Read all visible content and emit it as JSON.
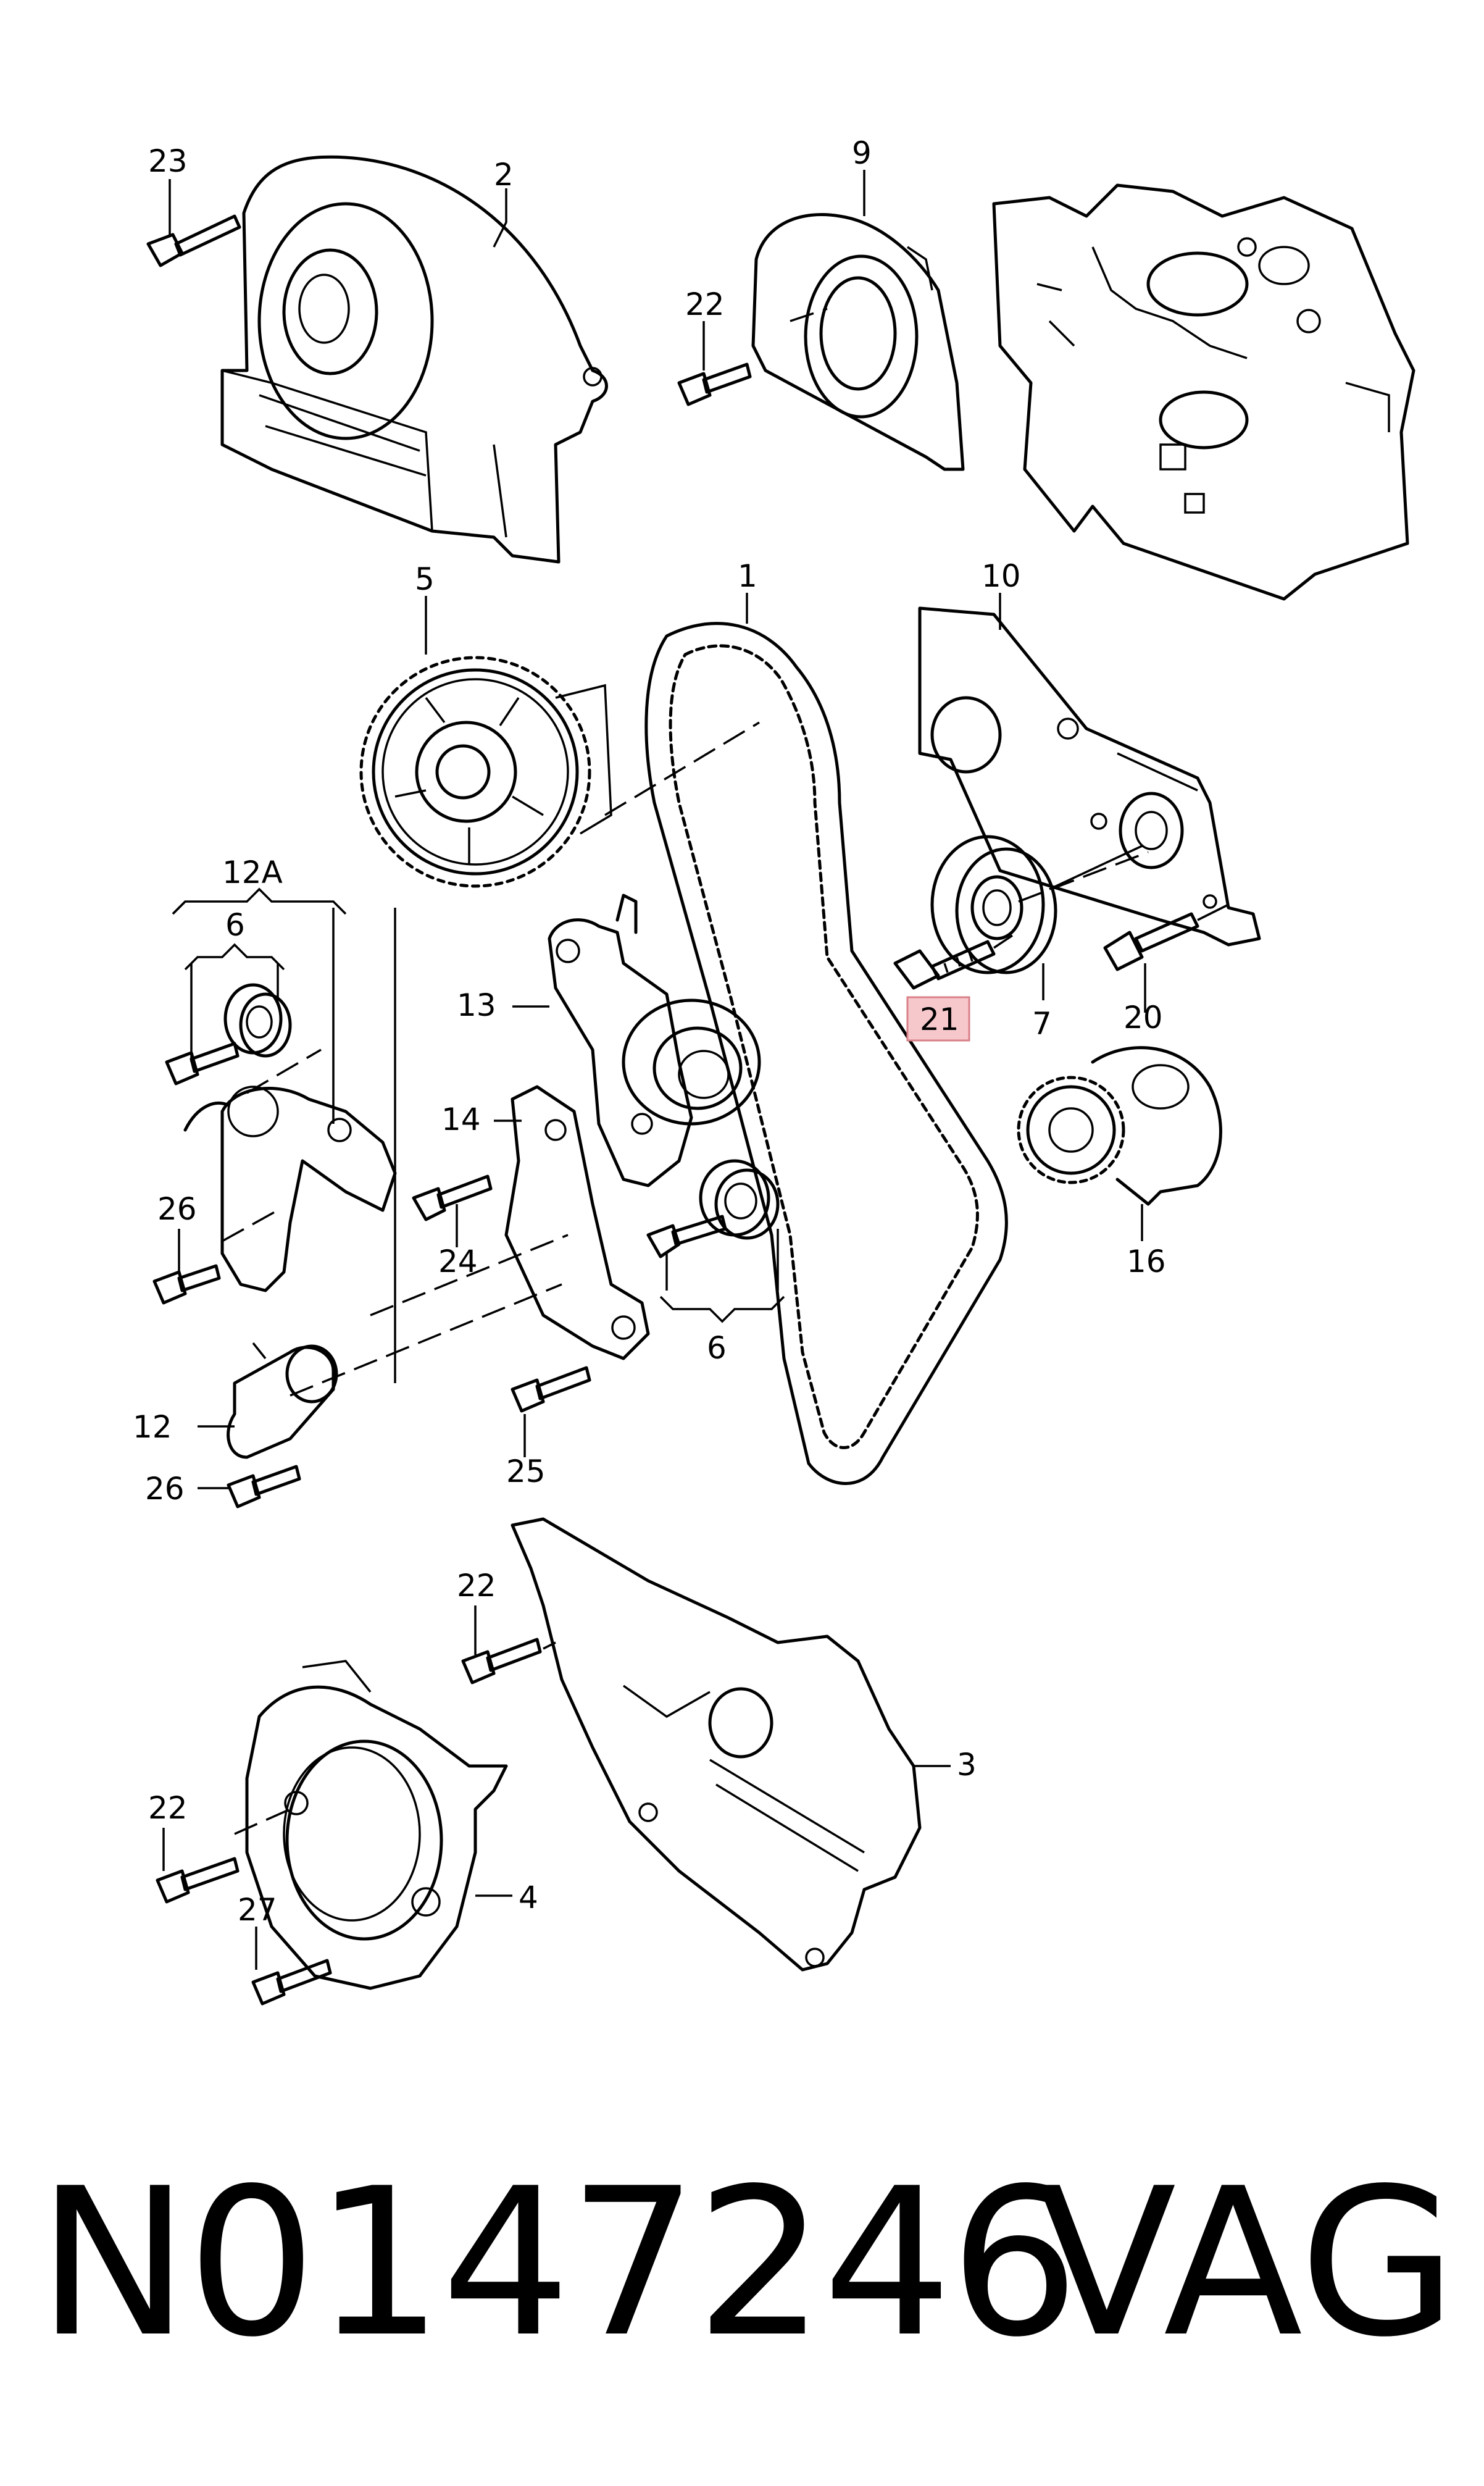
{
  "diagram": {
    "highlighted_callout": "21",
    "callouts": {
      "c1": "1",
      "c2": "2",
      "c3": "3",
      "c4": "4",
      "c5": "5",
      "c6a": "6",
      "c6b": "6",
      "c7": "7",
      "c9": "9",
      "c10": "10",
      "c12": "12",
      "c12a": "12A",
      "c13": "13",
      "c14": "14",
      "c16": "16",
      "c20": "20",
      "c21": "21",
      "c22a": "22",
      "c22b": "22",
      "c22c": "22",
      "c23": "23",
      "c24": "24",
      "c25": "25",
      "c26a": "26",
      "c26b": "26",
      "c27": "27"
    }
  },
  "footer": {
    "part_number": "N0147246",
    "brand": "VAG"
  },
  "colors": {
    "line": "#000000",
    "highlight_fill": "#f6c8cc",
    "highlight_border": "#d98088",
    "background": "#ffffff"
  }
}
